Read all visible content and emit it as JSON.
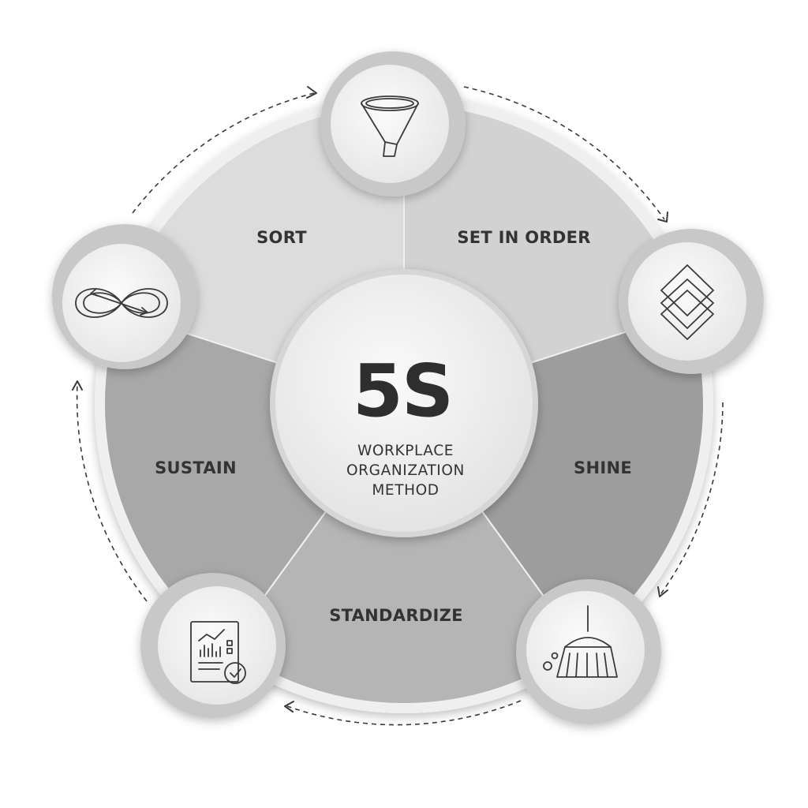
{
  "center": {
    "title": "5S",
    "subtitle_lines": [
      "WORKPLACE",
      "ORGANIZATION",
      "METHOD"
    ]
  },
  "segments": [
    {
      "label": "SORT",
      "icon": "funnel-icon",
      "fill": "#dcdcdc"
    },
    {
      "label": "SET IN ORDER",
      "icon": "layers-icon",
      "fill": "#d2d2d2"
    },
    {
      "label": "SHINE",
      "icon": "broom-icon",
      "fill": "#9d9d9d"
    },
    {
      "label": "STANDARDIZE",
      "icon": "report-check-icon",
      "fill": "#b5b5b5"
    },
    {
      "label": "SUSTAIN",
      "icon": "infinity-arrows-icon",
      "fill": "#a8a8a8"
    }
  ],
  "colors": {
    "text_dark": "#2e2e2e",
    "icon_circle": "#f2f2f2",
    "center_circle": "#f4f4f4",
    "arrows": "#3a3a3a"
  }
}
